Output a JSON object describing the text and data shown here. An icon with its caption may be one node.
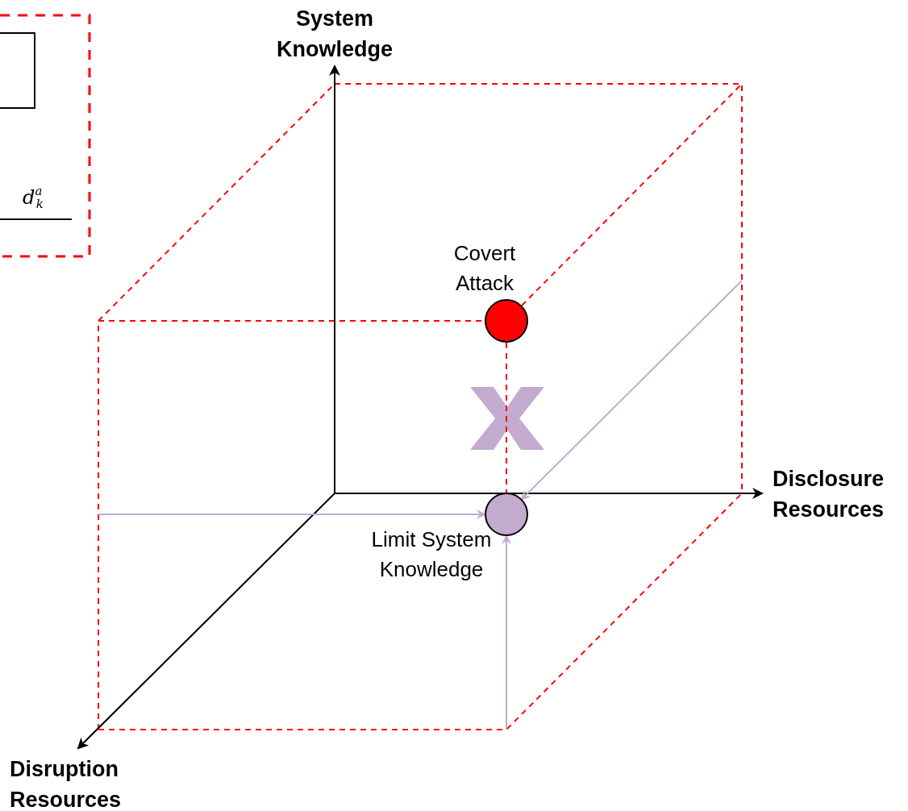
{
  "diagram": {
    "nodes": [
      {
        "text": [
          "Covert Attack"
        ]
      },
      {
        "text": [
          "Limit System Knowledge"
        ]
      }
    ],
    "edges": [
      {
        "from": null,
        "to": 1,
        "arrow": "to"
      },
      {
        "from": null,
        "to": 1,
        "arrow": "to"
      },
      {
        "from": null,
        "to": 1,
        "arrow": "to"
      },
      {
        "from": 0,
        "to": 1,
        "arrow": "none",
        "style": "dashed",
        "color": "#ff0000"
      }
    ],
    "labels": [
      "System Knowledge",
      "Disclosure Resources",
      "Disruption Resources",
      "d$^{a}$$_{k}$"
    ]
  }
}
